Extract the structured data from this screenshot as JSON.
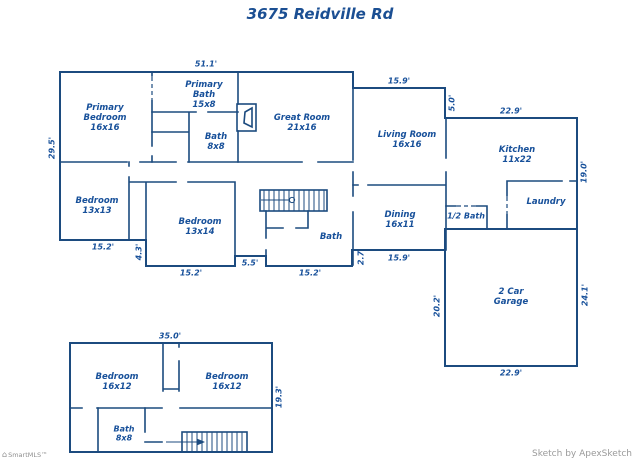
{
  "title": "3675 Reidville Rd",
  "footer": {
    "left_watermark": "SmartMLS™",
    "right_watermark": "Sketch by ApexSketch"
  },
  "colors": {
    "wall": "#1c4b7f",
    "label_text": "#17509a",
    "garage_fill": "#e8e8ec"
  },
  "rooms": {
    "primary_bedroom": {
      "name": "Primary Bedroom",
      "size": "16x16"
    },
    "primary_bath": {
      "name": "Primary Bath",
      "size": "15x8"
    },
    "bath_main": {
      "name": "Bath",
      "size": "8x8"
    },
    "great_room": {
      "name": "Great Room",
      "size": "21x16"
    },
    "living_room": {
      "name": "Living Room",
      "size": "16x16"
    },
    "kitchen": {
      "name": "Kitchen",
      "size": "11x22"
    },
    "laundry": {
      "name": "Laundry"
    },
    "half_bath": {
      "name": "1/2 Bath"
    },
    "dining": {
      "name": "Dining",
      "size": "16x11"
    },
    "bath_hall": {
      "name": "Bath"
    },
    "bedroom_13x13": {
      "name": "Bedroom",
      "size": "13x13"
    },
    "bedroom_13x14": {
      "name": "Bedroom",
      "size": "13x14"
    },
    "garage": {
      "name": "2 Car Garage"
    },
    "bedroom_up_left": {
      "name": "Bedroom",
      "size": "16x12"
    },
    "bedroom_up_right": {
      "name": "Bedroom",
      "size": "16x12"
    },
    "bath_upper": {
      "name": "Bath",
      "size": "8x8"
    }
  },
  "dimensions": {
    "main_top": "51.1'",
    "step_top": "15.9'",
    "step_side": "5.0'",
    "kitchen_top": "22.9'",
    "kitchen_right": "19.0'",
    "left_side": "29.5'",
    "bottom_left": "15.2'",
    "notch": "4.3'",
    "bottom_mid": "15.2'",
    "hall_step": "5.5'",
    "bath_bottom": "15.2'",
    "dining_step": "2.7",
    "dining_bottom": "15.9'",
    "garage_left": "20.2'",
    "garage_right": "24.1'",
    "garage_bottom": "22.9'",
    "upper_top": "35.0'",
    "upper_right": "19.3'"
  }
}
